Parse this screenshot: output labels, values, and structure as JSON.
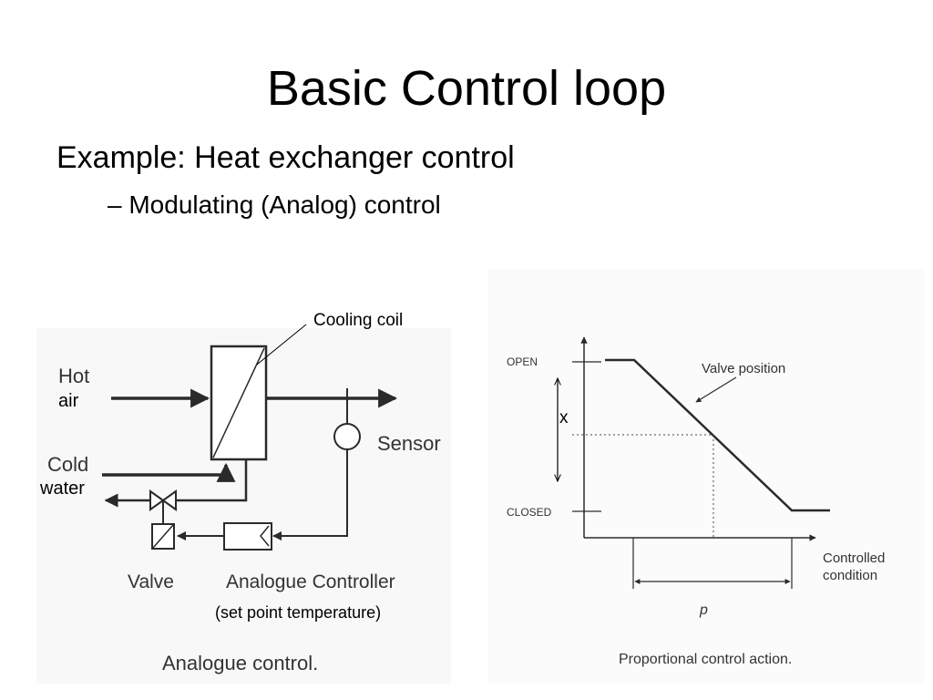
{
  "slide": {
    "title": "Basic Control loop",
    "bullet_1": "Example: Heat exchanger control",
    "bullet_2": "– Modulating (Analog) control"
  },
  "left_diagram": {
    "cooling_coil_label": "Cooling coil",
    "hot_label": "Hot",
    "air_label": "air",
    "cold_label": "Cold",
    "water_label": "water",
    "sensor_label": "Sensor",
    "valve_label": "Valve",
    "controller_label": "Analogue Controller",
    "set_point_label": "(set point temperature)",
    "caption": "Analogue control."
  },
  "right_diagram": {
    "open_label": "OPEN",
    "closed_label": "CLOSED",
    "valve_position_label": "Valve position",
    "x_label": "x",
    "controlled_label_1": "Controlled",
    "controlled_label_2": "condition",
    "p_label": "p",
    "caption": "Proportional control action."
  },
  "colors": {
    "background": "#ffffff",
    "text": "#000000",
    "scan_background": "#f7f7f7",
    "line": "#2a2a2a"
  }
}
